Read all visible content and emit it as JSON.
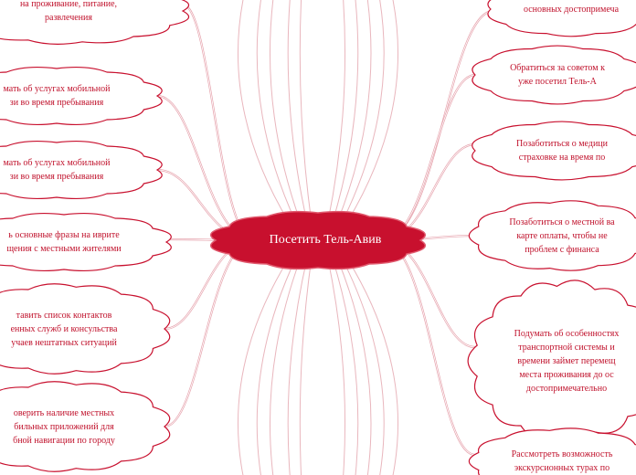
{
  "center": {
    "label": "Посетить Тель-Авив",
    "color": "#c8102e"
  },
  "colors": {
    "accent": "#c8102e",
    "branch": "#e6a3ad",
    "text": "#c0122c",
    "node_fill": "#ffffff"
  },
  "left_nodes": [
    {
      "lines": [
        "на проживание, питание,",
        "развлечения"
      ]
    },
    {
      "lines": [
        "мать об услугах мобильной",
        "зи во время пребывания"
      ]
    },
    {
      "lines": [
        "мать об услугах мобильной",
        "зи во время пребывания"
      ]
    },
    {
      "lines": [
        "ь основные фразы на иврите",
        "щения с местными жителями"
      ]
    },
    {
      "lines": [
        "тавить список контактов",
        "енных служб и консульства",
        "учаев нештатных ситуаций"
      ]
    },
    {
      "lines": [
        "оверить наличие местных",
        "бильных приложений для",
        "бной навигации по городу"
      ]
    }
  ],
  "right_nodes": [
    {
      "lines": [
        "основных достопримеча"
      ]
    },
    {
      "lines": [
        "Обратиться за советом к",
        "уже посетил Тель-А"
      ]
    },
    {
      "lines": [
        "Позаботиться о медици",
        "страховке на время по"
      ]
    },
    {
      "lines": [
        "Позаботиться о местной ва",
        "карте оплаты, чтобы не",
        "проблем с финанса"
      ]
    },
    {
      "lines": [
        "Подумать об особенностях",
        "транспортной системы и",
        "времени займет перемещ",
        "места проживания до ос",
        "достопримечательно"
      ]
    },
    {
      "lines": [
        "Рассмотреть возможность",
        "экскурсионных турах по"
      ]
    }
  ]
}
